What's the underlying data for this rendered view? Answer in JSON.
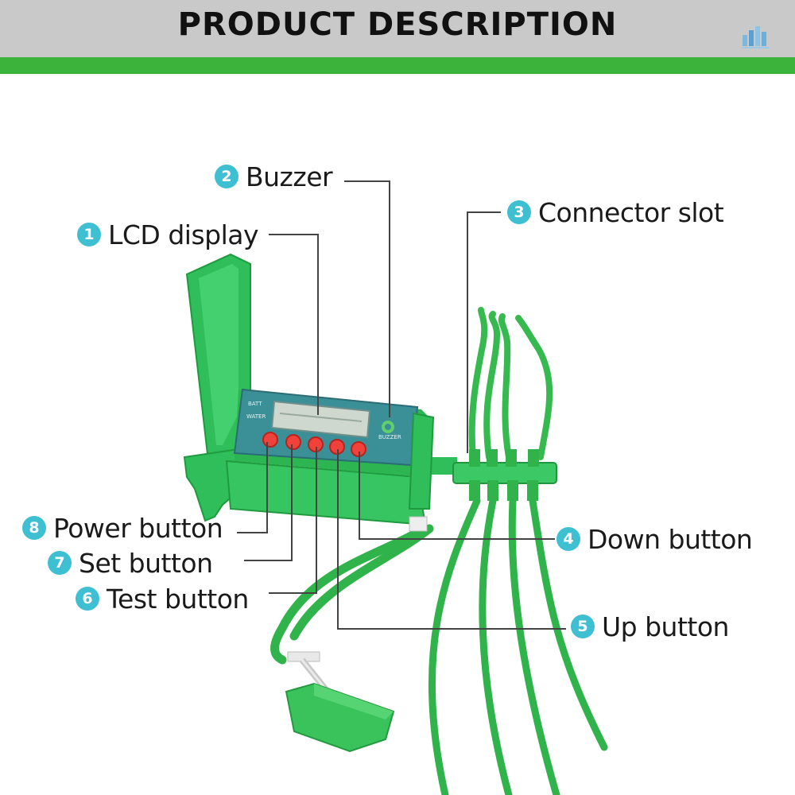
{
  "header": {
    "title": "PRODUCT DESCRIPTION",
    "stripe_color": "#3cb43c",
    "logo_icon": "building-logo-icon"
  },
  "device": {
    "panel_labels": [
      "BATT",
      "WATER"
    ],
    "buzzer_label": "BUZZER",
    "button_color": "#f0413a",
    "body_color": "#2fbe5a",
    "panel_color": "#3b8f97"
  },
  "badge_color": "#3fbfd2",
  "callouts": [
    {
      "number": "1",
      "label": "LCD display"
    },
    {
      "number": "2",
      "label": "Buzzer"
    },
    {
      "number": "3",
      "label": "Connector slot"
    },
    {
      "number": "4",
      "label": "Down button"
    },
    {
      "number": "5",
      "label": "Up button"
    },
    {
      "number": "6",
      "label": "Test button"
    },
    {
      "number": "7",
      "label": "Set button"
    },
    {
      "number": "8",
      "label": "Power button"
    }
  ]
}
